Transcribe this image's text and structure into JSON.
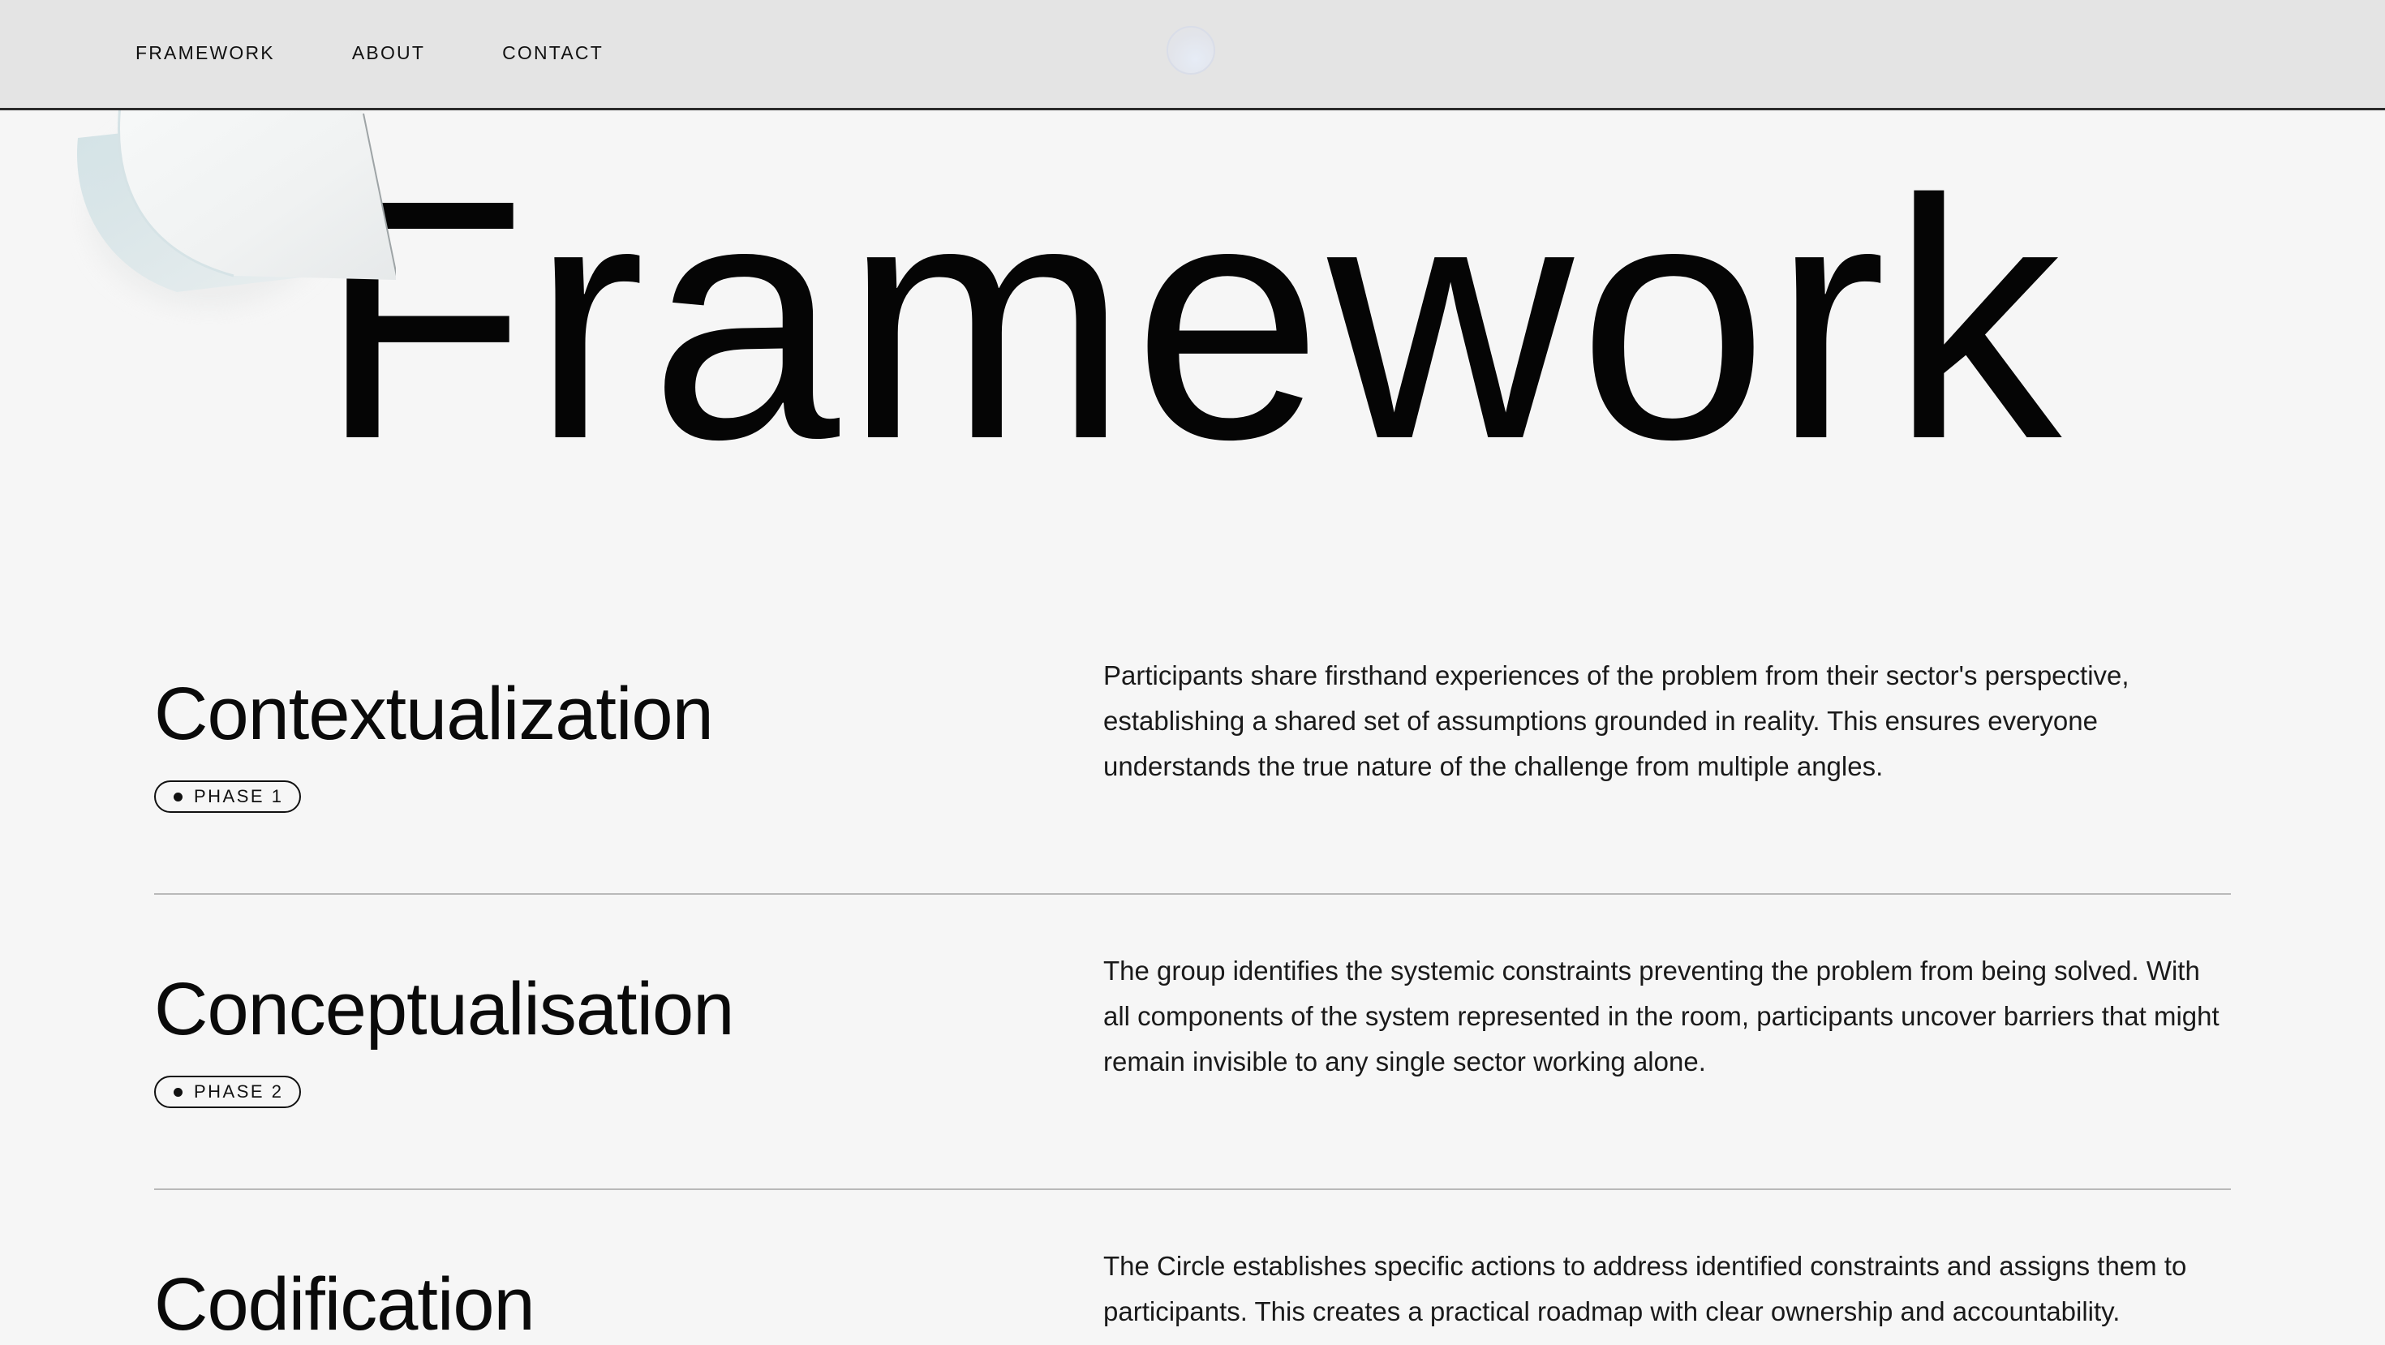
{
  "nav": {
    "items": [
      "FRAMEWORK",
      "ABOUT",
      "CONTACT"
    ]
  },
  "hero": {
    "title": "Framework"
  },
  "phases": [
    {
      "title": "Contextualization",
      "badge": "PHASE 1",
      "description": "Participants share firsthand experiences of the problem from their sector's perspective, establishing a shared set of assumptions grounded in reality. This ensures everyone understands the true nature of the challenge from multiple angles."
    },
    {
      "title": "Conceptualisation",
      "badge": "PHASE 2",
      "description": "The group identifies the systemic constraints preventing the problem from being solved. With all components of the system represented in the room, participants uncover barriers that might remain invisible to any single sector working alone."
    },
    {
      "title": "Codification",
      "badge": "",
      "description": "The Circle establishes specific actions to address identified constraints and assigns them to participants. This creates a practical roadmap with clear ownership and accountability."
    }
  ],
  "colors": {
    "background": "#f6f6f6",
    "header_bg": "#e4e4e4",
    "text": "#0b0b0b",
    "divider": "#b9b9b9"
  }
}
